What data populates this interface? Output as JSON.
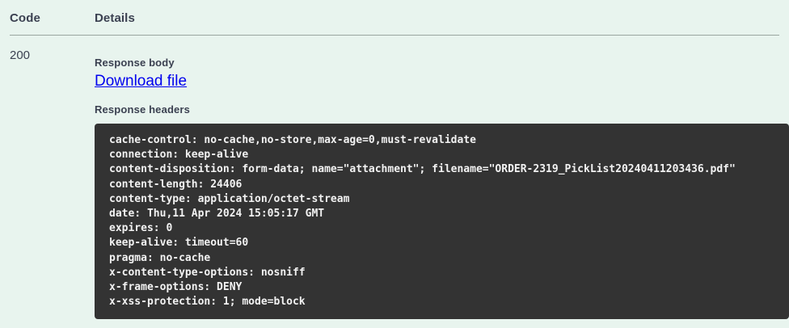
{
  "table": {
    "headers": {
      "code": "Code",
      "details": "Details"
    },
    "row": {
      "status_code": "200",
      "response_body_label": "Response body",
      "download_link": "Download file",
      "response_headers_label": "Response headers",
      "response_headers": [
        "cache-control: no-cache,no-store,max-age=0,must-revalidate",
        "connection: keep-alive",
        "content-disposition: form-data; name=\"attachment\"; filename=\"ORDER-2319_PickList20240411203436.pdf\"",
        "content-length: 24406",
        "content-type: application/octet-stream",
        "date: Thu,11 Apr 2024 15:05:17 GMT",
        "expires: 0",
        "keep-alive: timeout=60",
        "pragma: no-cache",
        "x-content-type-options: nosniff",
        "x-frame-options: DENY",
        "x-xss-protection: 1; mode=block"
      ]
    }
  },
  "colors": {
    "page_background": "#e8f4ee",
    "code_block_background": "#333333",
    "code_block_text": "#f2f2f2",
    "link": "#0000ee",
    "text": "#3b4151",
    "divider": "#9aa5a0"
  }
}
